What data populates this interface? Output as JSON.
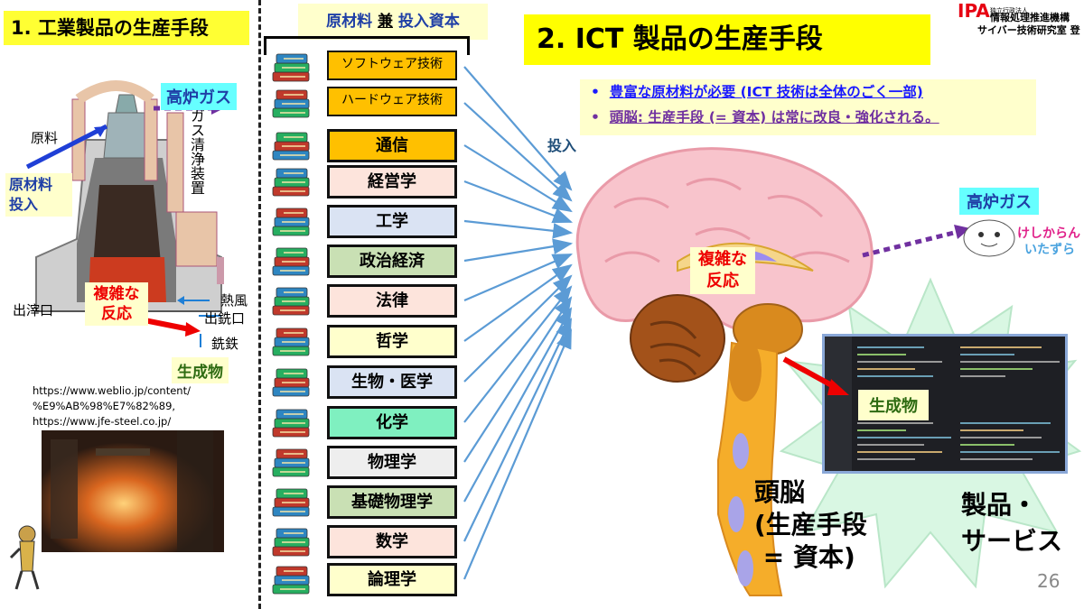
{
  "left": {
    "title": "1. 工業製品の生産手段",
    "labels": {
      "genryo": "原料",
      "gas_clean": "ガス清浄装置",
      "materials_input": "原材料\n投入",
      "slag": "出滓口",
      "hot_air": "熱風",
      "iron_out": "出銑口",
      "pig_iron": "銑鉄",
      "blast_gas": "高炉ガス",
      "complex": "複雑な\n反応",
      "product": "生成物"
    },
    "sources": [
      "https://www.weblio.jp/content/",
      "%E9%AB%98%E7%82%89,",
      "https://www.jfe-steel.co.jp/"
    ]
  },
  "middle": {
    "header": {
      "a": "原材料 ",
      "b": "兼",
      "c": " 投入資本"
    },
    "boxes": [
      {
        "label": "ソフトウェア技術",
        "color": "#ffc000",
        "small": true
      },
      {
        "label": "ハードウェア技術",
        "color": "#ffc000",
        "small": true
      },
      {
        "label": "通信",
        "color": "#ffc000",
        "small": false
      },
      {
        "label": "経営学",
        "color": "#fde4dc",
        "small": false
      },
      {
        "label": "工学",
        "color": "#dae3f3",
        "small": false
      },
      {
        "label": "政治経済",
        "color": "#c9e0b4",
        "small": false
      },
      {
        "label": "法律",
        "color": "#fde4dc",
        "small": false
      },
      {
        "label": "哲学",
        "color": "#ffffcc",
        "small": false
      },
      {
        "label": "生物・医学",
        "color": "#dae3f3",
        "small": false
      },
      {
        "label": "化学",
        "color": "#7ff0c0",
        "small": false
      },
      {
        "label": "物理学",
        "color": "#eeeeee",
        "small": false
      },
      {
        "label": "基礎物理学",
        "color": "#c9e0b4",
        "small": false
      },
      {
        "label": "数学",
        "color": "#fde4dc",
        "small": false
      },
      {
        "label": "論理学",
        "color": "#ffffcc",
        "small": false
      }
    ]
  },
  "right": {
    "title": "2. ICT 製品の生産手段",
    "ipa": {
      "logo": "IPA",
      "org_small": "独立行政法人",
      "org": "情報処理推進機構",
      "dept": "サイバー技術研究室 登"
    },
    "bullets": [
      "豊富な原材料が必要 (ICT 技術は全体のごく一部)",
      "頭脳: 生産手段 (= 資本) は常に改良・強化される。"
    ],
    "input_label": "投入",
    "blast_gas": "高炉ガス",
    "kesikaran": "けしからん",
    "itazura": "いたずら",
    "complex": "複雑な\n反応",
    "product": "生成物",
    "brain_caption": "頭脳\n(生産手段\n = 資本)",
    "goods": "製品・\nサービス"
  },
  "page_number": "26"
}
